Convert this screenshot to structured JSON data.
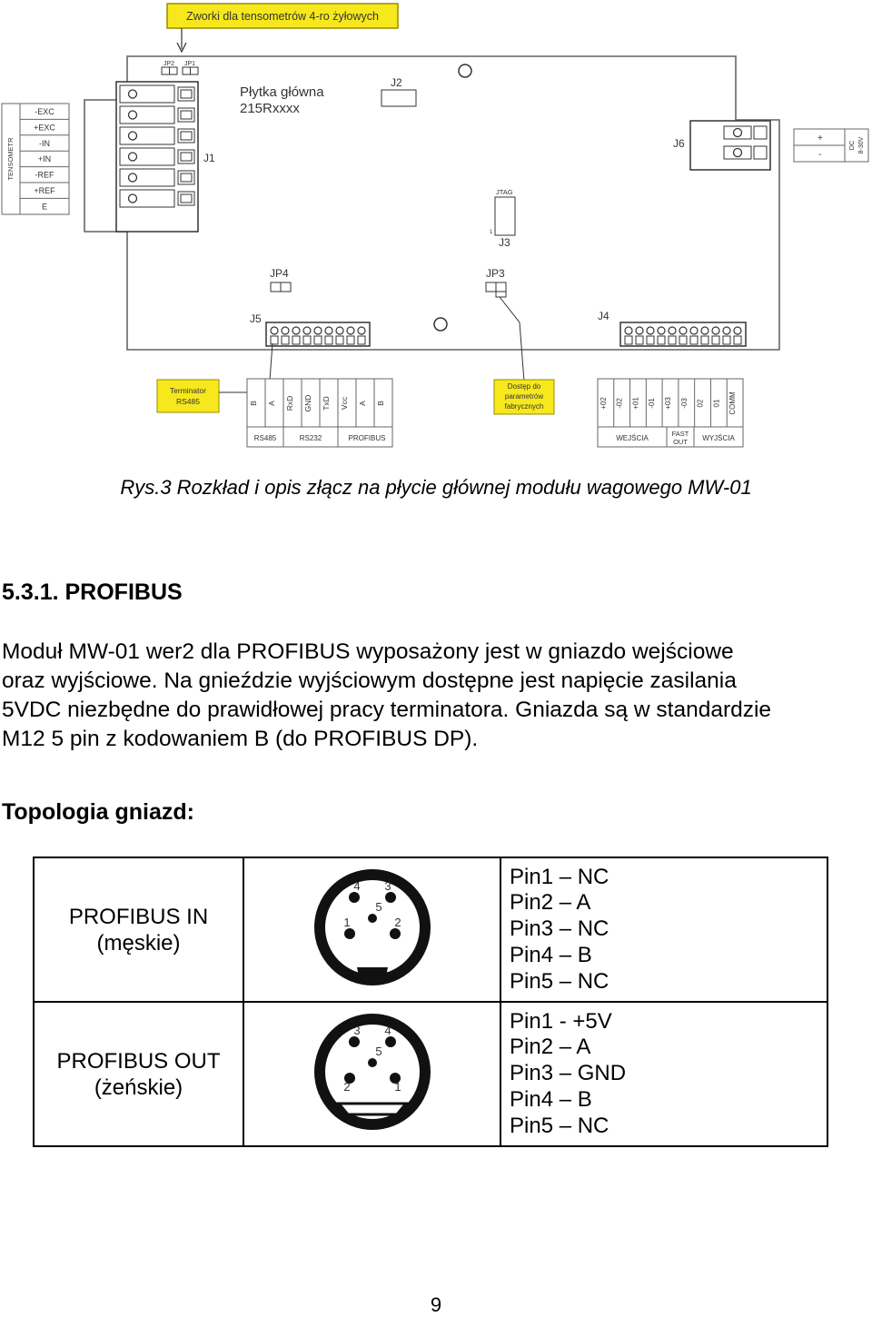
{
  "diagram": {
    "jumper_label": "Zworki dla tensometrów 4-ro żyłowych",
    "jp2": "JP2",
    "jp1": "JP1",
    "board_title_1": "Płytka główna",
    "board_title_2": "215Rxxxx",
    "j1": "J1",
    "j2": "J2",
    "j3": "J3",
    "j4": "J4",
    "j5": "J5",
    "j6": "J6",
    "jp3": "JP3",
    "jp4": "JP4",
    "jtag": "JTAG",
    "jtag_pin": "1",
    "tensometer_title": "TENSOMETR",
    "tensometer_pins": [
      "-EXC",
      "+EXC",
      "-IN",
      "+IN",
      "-REF",
      "+REF",
      "E"
    ],
    "power_pins": [
      "+",
      "-"
    ],
    "power_label_1": "DC",
    "power_label_2": "8-30V",
    "terminator_1": "Terminator",
    "terminator_2": "RS485",
    "factory_1": "Dostęp do",
    "factory_2": "parametrów",
    "factory_3": "fabrycznych",
    "j5_pins": [
      "B",
      "A",
      "RxD",
      "GND",
      "TxD",
      "Vcc",
      "A",
      "B"
    ],
    "j5_groups": [
      "RS485",
      "RS232",
      "PROFIBUS"
    ],
    "j4_pins": [
      "+02",
      "-02",
      "+01",
      "-01",
      "+03",
      "-03",
      "02",
      "01",
      "COMM"
    ],
    "j4_groups": [
      "WEJŚCIA",
      "FAST",
      "OUT",
      "WYJŚCIA"
    ]
  },
  "caption": "Rys.3 Rozkład i opis złącz na płycie głównej modułu wagowego MW-01",
  "section_title": "5.3.1. PROFIBUS",
  "paragraph_lines": [
    "Moduł MW-01 wer2 dla PROFIBUS wyposażony jest w gniazdo wejściowe",
    "oraz wyjściowe. Na gnieździe wyjściowym dostępne jest napięcie zasilania",
    "5VDC niezbędne do prawidłowej pracy terminatora. Gniazda są w standardzie",
    "M12 5 pin z kodowaniem B (do PROFIBUS DP)."
  ],
  "topology_title": "Topologia gniazd:",
  "connectors": [
    {
      "name_1": "PROFIBUS IN",
      "name_2": "(męskie)",
      "pin_labels": [
        "1",
        "2",
        "3",
        "4",
        "5"
      ],
      "pins": [
        "Pin1 – NC",
        "Pin2 – A",
        "Pin3 – NC",
        "Pin4 – B",
        "Pin5 – NC"
      ]
    },
    {
      "name_1": "PROFIBUS OUT",
      "name_2": "(żeńskie)",
      "pin_labels": [
        "1",
        "2",
        "3",
        "4",
        "5"
      ],
      "pins": [
        "Pin1 - +5V",
        "Pin2 – A",
        "Pin3 – GND",
        "Pin4 – B",
        "Pin5 – NC"
      ]
    }
  ],
  "page_number": "9"
}
